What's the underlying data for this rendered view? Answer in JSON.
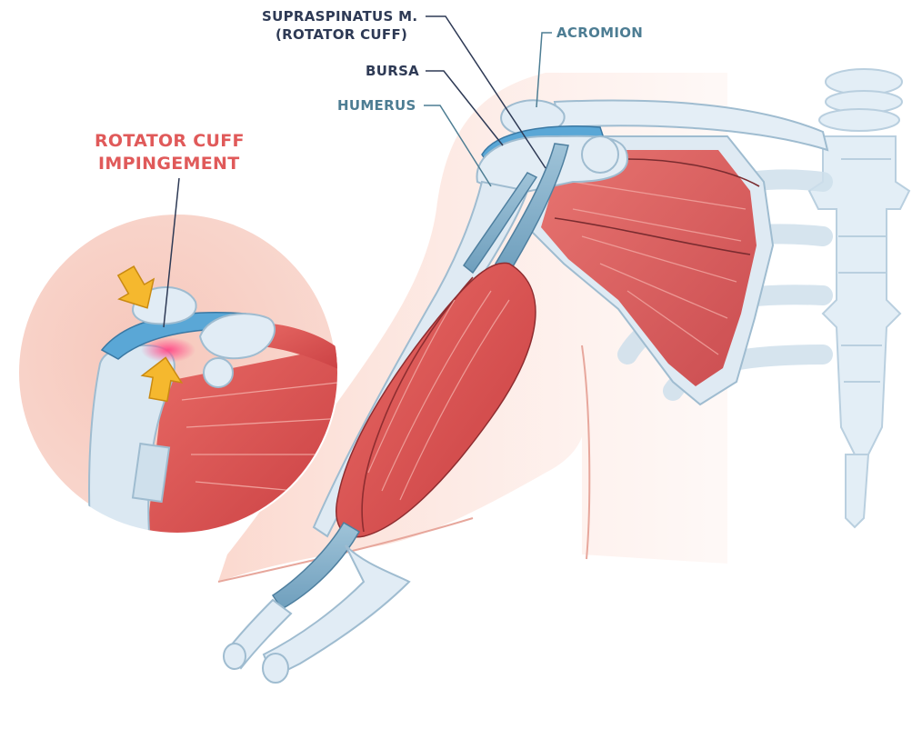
{
  "labels": {
    "supraspinatus_line1": "SUPRASPINATUS M.",
    "supraspinatus_line2": "(ROTATOR CUFF)",
    "bursa": "BURSA",
    "humerus": "HUMERUS",
    "acromion": "ACROMION",
    "impingement_line1": "ROTATOR CUFF",
    "impingement_line2": "IMPINGEMENT"
  },
  "colors": {
    "dark_label": "#2e3a55",
    "steel_label": "#4d7d93",
    "red_label": "#e05a5a",
    "muscle": "#d9504f",
    "skin": "#f9d4c9",
    "bone": "#dde9f2",
    "bursa": "#4f9ed0",
    "arrow": "#f5b82e"
  }
}
